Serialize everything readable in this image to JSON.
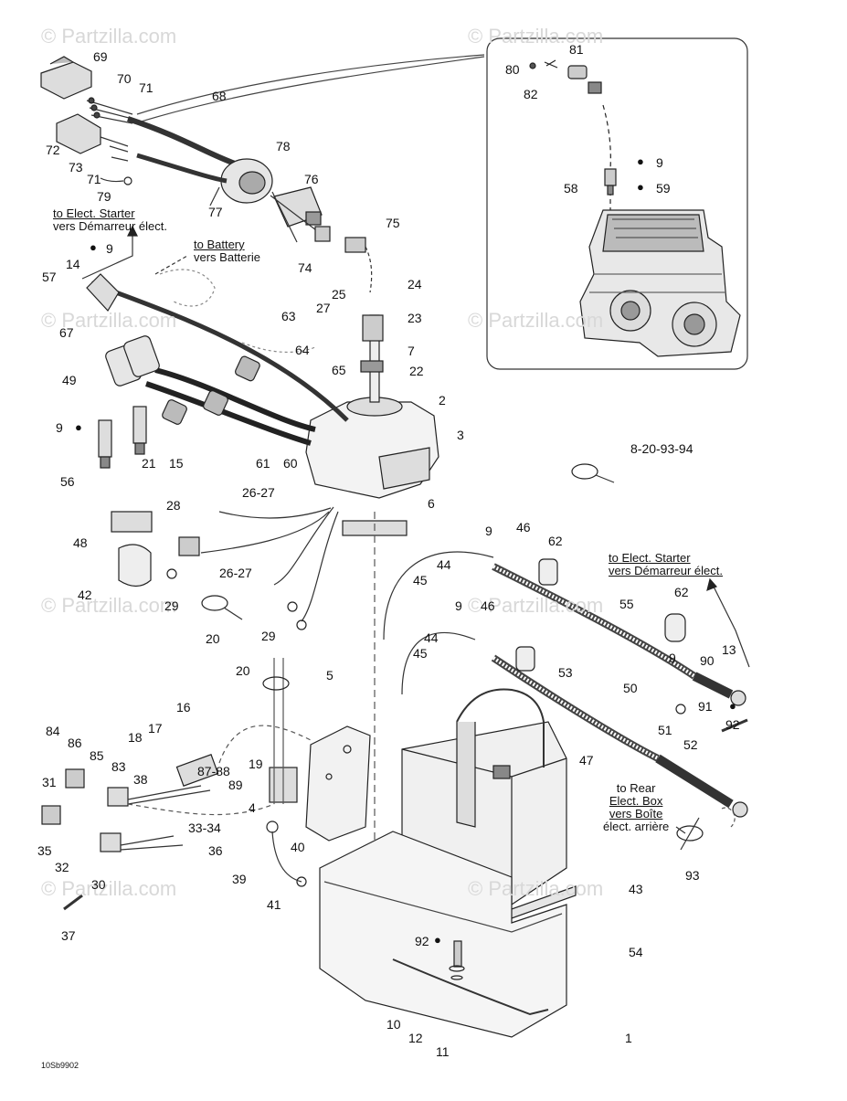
{
  "watermark": "© Partzilla.com",
  "diagram_code": "10Sb9902",
  "notes": {
    "starter_top_en": "to Elect. Starter",
    "starter_top_fr": "vers Démarreur élect.",
    "battery_en": "to Battery",
    "battery_fr": "vers Batterie",
    "starter_right_en": "to Elect. Starter",
    "starter_right_fr": "vers Démarreur élect.",
    "rear_en1": "to Rear",
    "rear_en2": "Elect. Box",
    "rear_fr1": "vers Boîte",
    "rear_fr2": "élect. arrière"
  },
  "labels": [
    "69",
    "70",
    "71",
    "68",
    "72",
    "73",
    "71",
    "79",
    "78",
    "76",
    "77",
    "74",
    "75",
    "24",
    "23",
    "25",
    "27",
    "7",
    "22",
    "57",
    "14",
    "9",
    "63",
    "64",
    "65",
    "67",
    "49",
    "9",
    "21",
    "15",
    "61",
    "60",
    "56",
    "2",
    "3",
    "58",
    "9",
    "59",
    "80",
    "81",
    "82",
    "8-20-93-94",
    "6",
    "28",
    "26-27",
    "48",
    "42",
    "29",
    "26-27",
    "29",
    "20",
    "9",
    "46",
    "62",
    "44",
    "45",
    "9",
    "46",
    "55",
    "62",
    "44",
    "45",
    "53",
    "50",
    "9",
    "90",
    "13",
    "91",
    "92",
    "51",
    "52",
    "47",
    "20",
    "5",
    "16",
    "17",
    "18",
    "84",
    "86",
    "85",
    "83",
    "38",
    "87-88",
    "19",
    "89",
    "4",
    "31",
    "35",
    "32",
    "30",
    "33-34",
    "36",
    "40",
    "39",
    "41",
    "37",
    "43",
    "54",
    "92",
    "10",
    "12",
    "11",
    "1",
    "93"
  ]
}
